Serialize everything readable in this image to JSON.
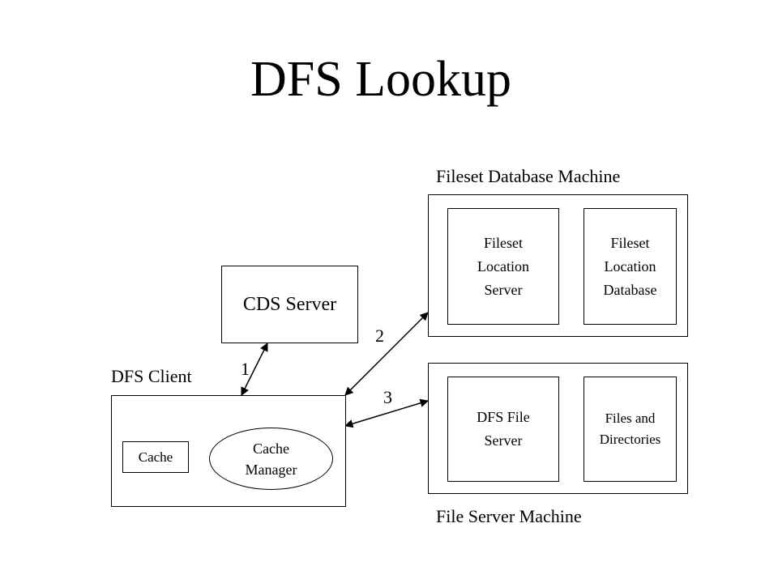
{
  "title": "DFS Lookup",
  "machines": {
    "fileset_db_machine": "Fileset Database Machine",
    "file_server_machine": "File Server Machine",
    "dfs_client": "DFS Client"
  },
  "components": {
    "cds_server": "CDS Server",
    "fileset_location_server": "Fileset\nLocation\nServer",
    "fileset_location_database": "Fileset\nLocation\nDatabase",
    "dfs_file_server": "DFS File\nServer",
    "files_and_directories": "Files and\nDirectories",
    "cache": "Cache",
    "cache_manager": "Cache\nManager"
  },
  "steps": [
    "1",
    "2",
    "3"
  ]
}
